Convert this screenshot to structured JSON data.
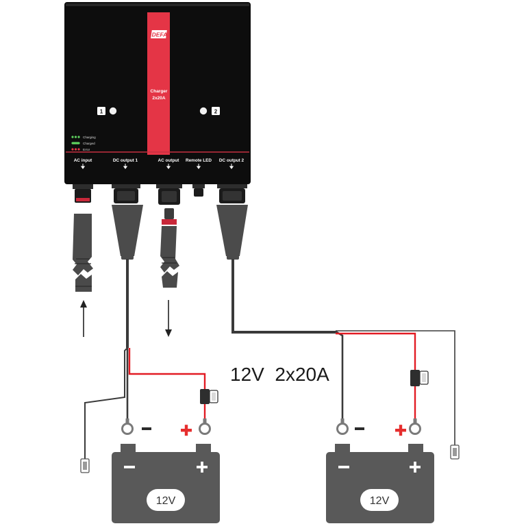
{
  "charger": {
    "brand": "DEFA",
    "model_line1": "Charger",
    "model_line2": "2x20A",
    "channel1": "1",
    "channel2": "2",
    "legend": [
      "Charging",
      "Charged",
      "Error"
    ],
    "ports": [
      "AC input",
      "DC output 1",
      "AC output",
      "Remote LED",
      "DC output 2"
    ]
  },
  "headline": "12V  2x20A",
  "battery1": {
    "label": "12V"
  },
  "battery2": {
    "label": "12V"
  },
  "colors": {
    "body": "#0b0b0b",
    "accent": "#e43546",
    "cable": "#3a3a3a",
    "wire_red": "#e21b23",
    "battery": "#595959",
    "plus_red": "#e62e2e"
  }
}
